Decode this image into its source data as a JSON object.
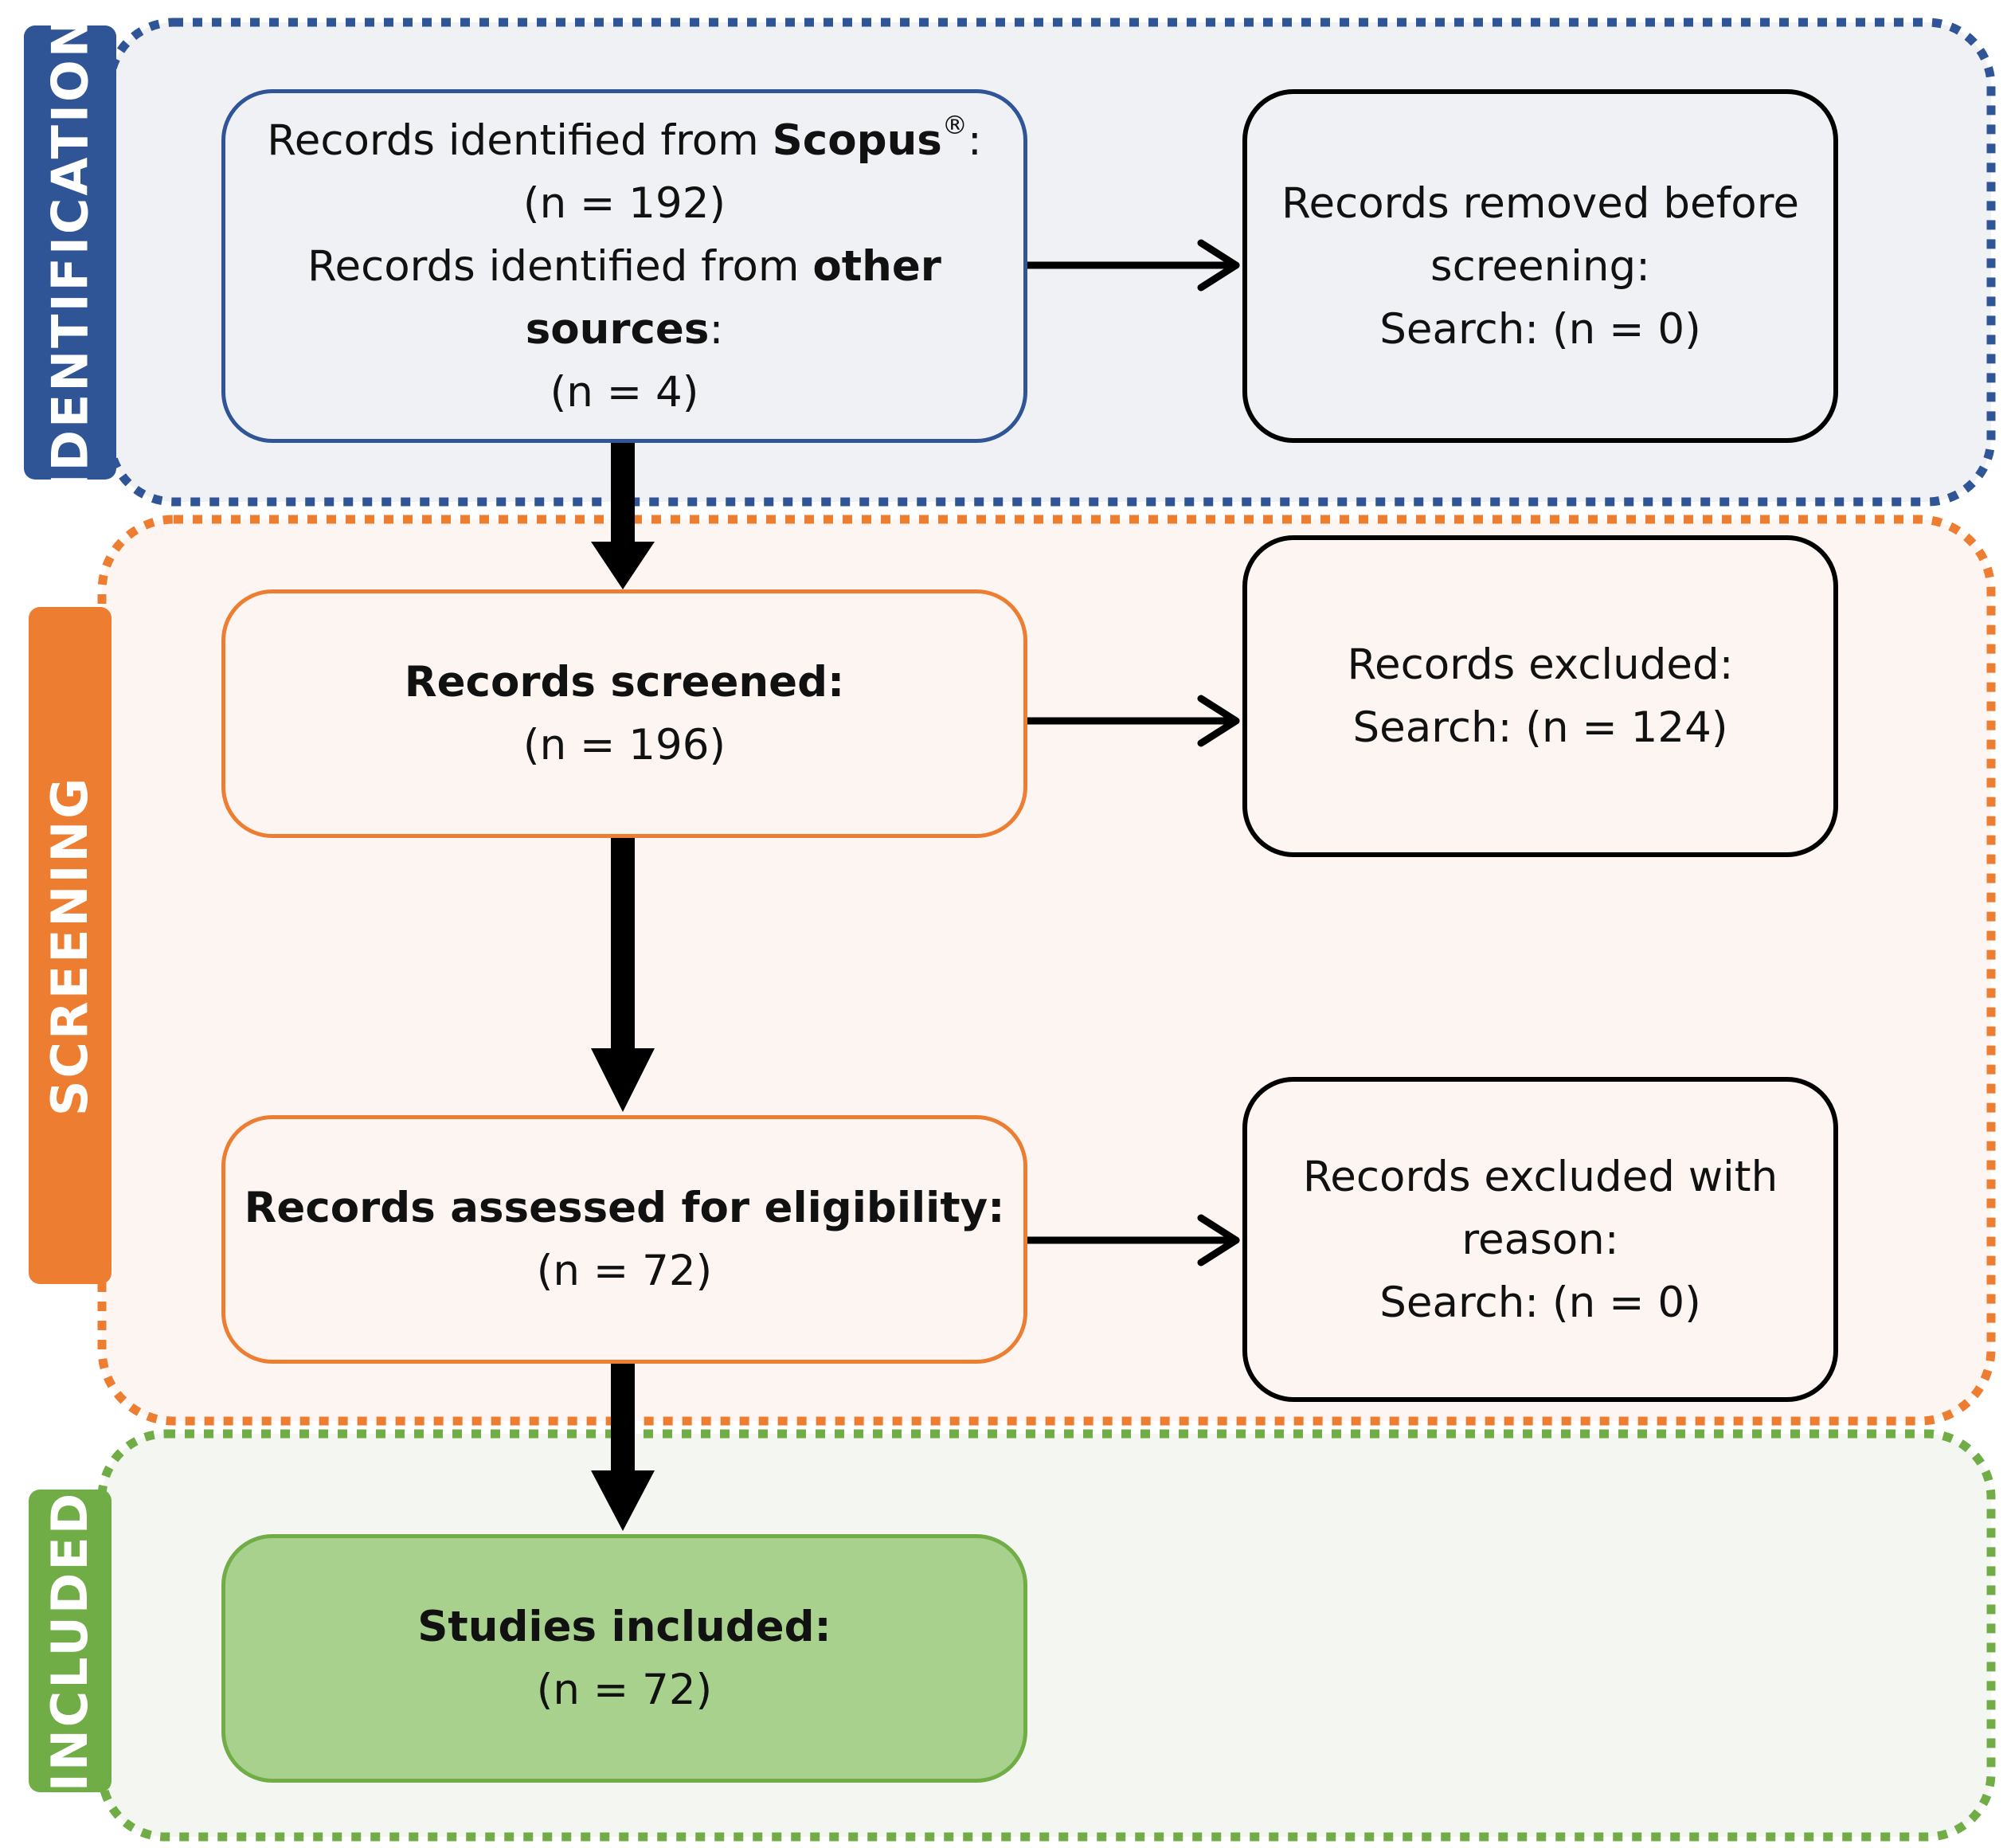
{
  "colors": {
    "identification": "#2f5597",
    "screening": "#ed7d31",
    "included": "#70ad47",
    "included_box_fill": "#a9d18e",
    "arrow": "#000000"
  },
  "stages": {
    "identification": "IDENTIFICATION",
    "screening": "SCREENING",
    "included": "INCLUDED"
  },
  "boxes": {
    "identified": {
      "line1_prefix": "Records identified from ",
      "line1_bold": "Scopus",
      "line1_sup": "®",
      "line1_suffix": ":",
      "line2": "(n = 192)",
      "line3_prefix": "Records identified from ",
      "line3_bold": "other",
      "line4_bold": "sources",
      "line4_suffix": ":",
      "line5": "(n = 4)"
    },
    "removed": {
      "line1": "Records removed before",
      "line2": "screening:",
      "line3": "Search: (n = 0)"
    },
    "screened": {
      "title": "Records screened:",
      "count": "(n = 196)"
    },
    "excluded": {
      "line1": "Records excluded:",
      "line2": "Search: (n = 124)"
    },
    "eligibility": {
      "title": "Records assessed for eligibility:",
      "count": "(n = 72)"
    },
    "excluded_reason": {
      "line1": "Records excluded with",
      "line2": "reason:",
      "line3": "Search: (n = 0)"
    },
    "included": {
      "title": "Studies included:",
      "count": "(n = 72)"
    }
  }
}
